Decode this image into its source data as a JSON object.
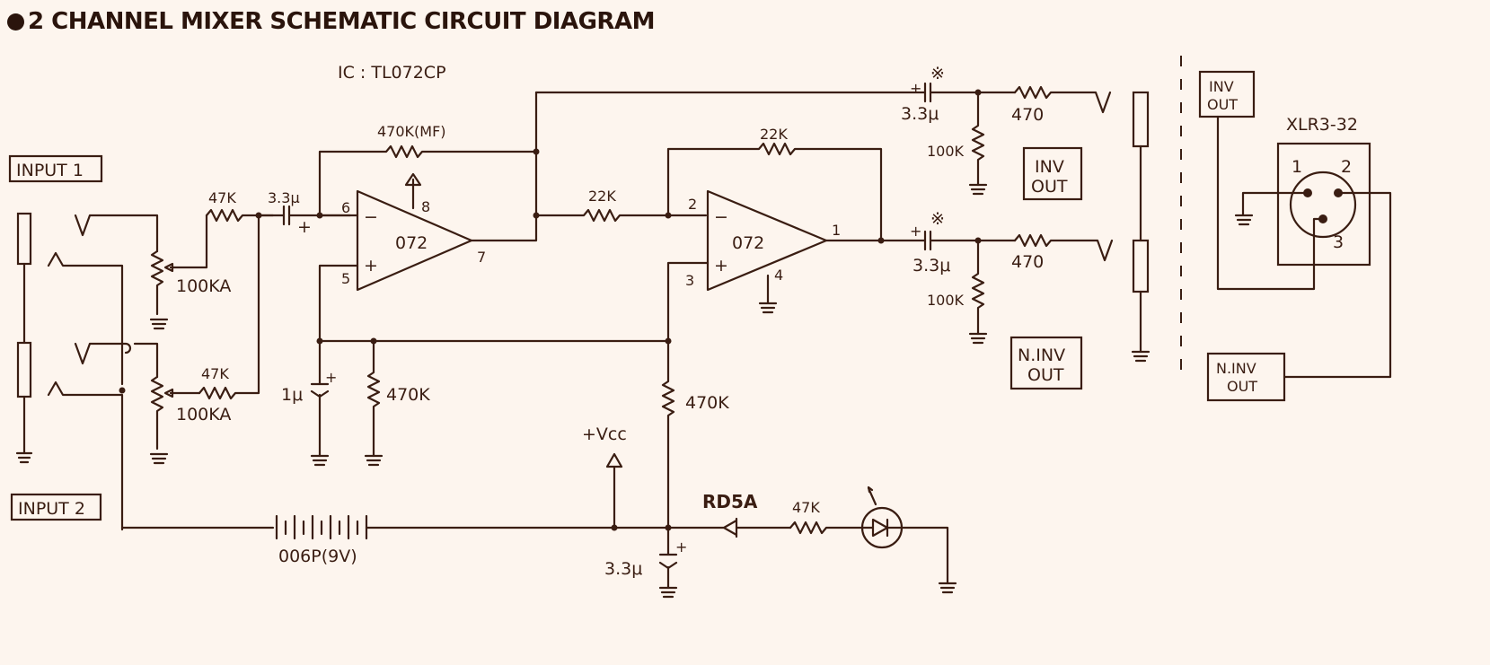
{
  "title": "2 CHANNEL MIXER SCHEMATIC CIRCUIT DIAGRAM",
  "ic_note": "IC : TL072CP",
  "inputs": {
    "input1": "INPUT 1",
    "input2": "INPUT 2"
  },
  "components": {
    "r_in1": "47K",
    "r_in2": "47K",
    "pot1": "100KA",
    "pot2": "100KA",
    "c_in": "3.3μ",
    "r_feedback1": "470K(MF)",
    "r_mid": "22K",
    "r_feedback2": "22K",
    "c_bias": "1μ",
    "r_bias1": "470K",
    "r_bias2": "470K",
    "battery": "006P(9V)",
    "vcc": "+Vcc",
    "c_supply": "3.3μ",
    "zener": "RD5A",
    "r_led": "47K",
    "c_out1": "3.3μ",
    "c_out2": "3.3μ",
    "r_out1": "470",
    "r_out2": "470",
    "r_pd1": "100K",
    "r_pd2": "100K",
    "xlr": "XLR3-32"
  },
  "opamps": {
    "u1": "072",
    "u2": "072"
  },
  "pins": {
    "u1_inv": "6",
    "u1_noninv": "5",
    "u1_out": "7",
    "u1_vplus": "8",
    "u2_inv": "2",
    "u2_noninv": "3",
    "u2_out": "1",
    "u2_gnd": "4",
    "xlr_1": "1",
    "xlr_2": "2",
    "xlr_3": "3"
  },
  "outputs": {
    "inv_out": "INV\nOUT",
    "ninv_out": "N.INV\nOUT",
    "conn_inv_out": "INV\nOUT",
    "conn_ninv_out": "N.INV\nOUT"
  },
  "symbols": {
    "plus": "+",
    "minus": "−",
    "note_mark": "※"
  }
}
